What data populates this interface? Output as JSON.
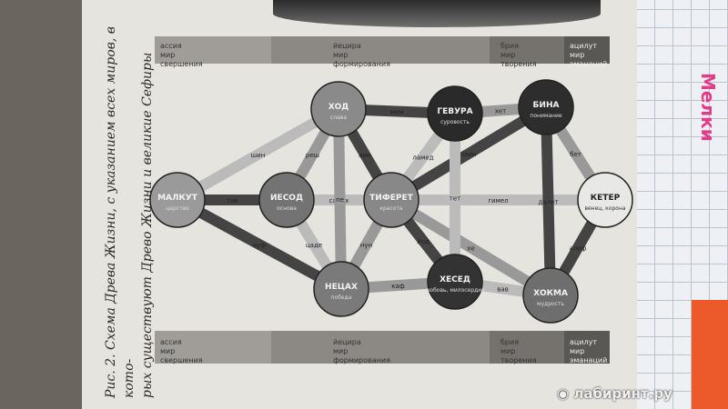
{
  "caption": {
    "line1": "Рис. 2. Схема Древа Жизни, с указанием всех миров, в кото-",
    "line2": "рых существуют Древо Жизни и великие Сефиры"
  },
  "worlds_top": [
    {
      "name": "ассия",
      "sub": "мир",
      "sub2": "свершения"
    },
    {
      "name": "йецира",
      "sub": "мир",
      "sub2": "формирования"
    },
    {
      "name": "брия",
      "sub": "мир",
      "sub2": "творения"
    },
    {
      "name": "ацилут",
      "sub": "мир",
      "sub2": "эманаций"
    }
  ],
  "worlds_bottom": [
    {
      "name": "ассия",
      "sub": "мир",
      "sub2": "свершения"
    },
    {
      "name": "йецира",
      "sub": "мир",
      "sub2": "формирования"
    },
    {
      "name": "брия",
      "sub": "мир",
      "sub2": "творения"
    },
    {
      "name": "ацилут",
      "sub": "мир",
      "sub2": "эманаций"
    }
  ],
  "sephirot": [
    {
      "id": "keter",
      "name": "КЕТЕР",
      "sub": "венец, корона",
      "fill": "#e8e8e6"
    },
    {
      "id": "hokhma",
      "name": "ХОКМА",
      "sub": "мудрость",
      "fill": "#6e6e6e"
    },
    {
      "id": "bina",
      "name": "БИНА",
      "sub": "понимание",
      "fill": "#2d2d2d"
    },
    {
      "id": "hesed",
      "name": "ХЕСЕД",
      "sub": "любовь, милосердие",
      "fill": "#333333"
    },
    {
      "id": "gevura",
      "name": "ГЕВУРА",
      "sub": "суровость",
      "fill": "#2a2a2a"
    },
    {
      "id": "tiferet",
      "name": "ТИФЕРЕТ",
      "sub": "красота",
      "fill": "#888888"
    },
    {
      "id": "netzah",
      "name": "НЕЦАХ",
      "sub": "победа",
      "fill": "#7a7a7a"
    },
    {
      "id": "hod",
      "name": "ХОД",
      "sub": "слава",
      "fill": "#8a8a8a"
    },
    {
      "id": "yesod",
      "name": "ИЕСОД",
      "sub": "основа",
      "fill": "#737373"
    },
    {
      "id": "malkhut",
      "name": "МАЛКУТ",
      "sub": "царство",
      "fill": "#9a9a9a"
    }
  ],
  "paths": [
    {
      "a": "keter",
      "b": "hokhma",
      "label": "алеф"
    },
    {
      "a": "keter",
      "b": "bina",
      "label": "бет"
    },
    {
      "a": "keter",
      "b": "tiferet",
      "label": "гимел"
    },
    {
      "a": "hokhma",
      "b": "bina",
      "label": "далет"
    },
    {
      "a": "hokhma",
      "b": "tiferet",
      "label": "хе"
    },
    {
      "a": "hokhma",
      "b": "hesed",
      "label": "вав"
    },
    {
      "a": "bina",
      "b": "tiferet",
      "label": "заин"
    },
    {
      "a": "bina",
      "b": "gevura",
      "label": "хет"
    },
    {
      "a": "hesed",
      "b": "gevura",
      "label": "тет"
    },
    {
      "a": "hesed",
      "b": "tiferet",
      "label": "йод"
    },
    {
      "a": "hesed",
      "b": "netzah",
      "label": "каф"
    },
    {
      "a": "gevura",
      "b": "tiferet",
      "label": "ламед"
    },
    {
      "a": "gevura",
      "b": "hod",
      "label": "мем"
    },
    {
      "a": "tiferet",
      "b": "netzah",
      "label": "нун"
    },
    {
      "a": "tiferet",
      "b": "yesod",
      "label": "самех"
    },
    {
      "a": "tiferet",
      "b": "hod",
      "label": "аин"
    },
    {
      "a": "netzah",
      "b": "hod",
      "label": "пе"
    },
    {
      "a": "netzah",
      "b": "yesod",
      "label": "цаде"
    },
    {
      "a": "netzah",
      "b": "malkhut",
      "label": "куф"
    },
    {
      "a": "hod",
      "b": "yesod",
      "label": "реш"
    },
    {
      "a": "hod",
      "b": "malkhut",
      "label": "шин"
    },
    {
      "a": "yesod",
      "b": "malkhut",
      "label": "тав"
    }
  ],
  "watermark": {
    "text": "лабиринт.ру",
    "icon": "maze-logo"
  },
  "notebook": {
    "scribble": "Мелки"
  }
}
